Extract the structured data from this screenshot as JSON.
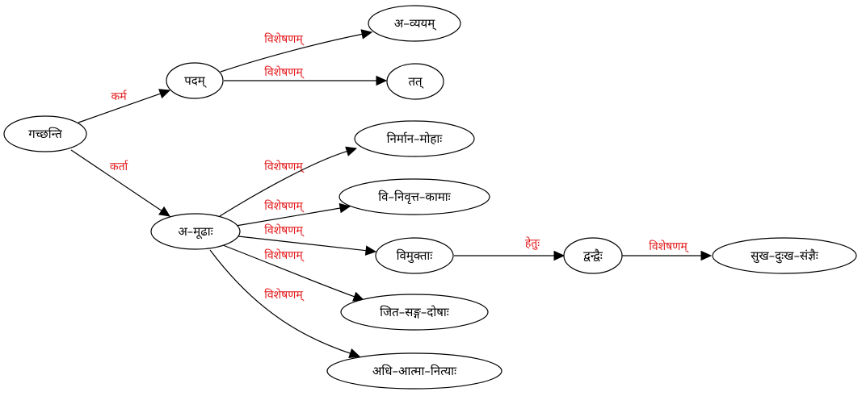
{
  "diagram": {
    "type": "dependency-graph",
    "label_color": "#e31a1c",
    "nodes": [
      {
        "id": "n1",
        "label": "गच्छन्ति"
      },
      {
        "id": "n2",
        "label": "पदम्"
      },
      {
        "id": "n3",
        "label": "अ–व्ययम्"
      },
      {
        "id": "n4",
        "label": "तत्"
      },
      {
        "id": "n5",
        "label": "अ–मूढाः"
      },
      {
        "id": "n6",
        "label": "निर्मान–मोहाः"
      },
      {
        "id": "n7",
        "label": "वि–निवृत्त–कामाः"
      },
      {
        "id": "n8",
        "label": "विमुक्ताः"
      },
      {
        "id": "n9",
        "label": "जित–सङ्ग–दोषाः"
      },
      {
        "id": "n10",
        "label": "अधि–आत्मा–नित्याः"
      },
      {
        "id": "n11",
        "label": "द्वन्द्वैः"
      },
      {
        "id": "n12",
        "label": "सुख–दुःख–संज्ञैः"
      }
    ],
    "edges": [
      {
        "id": "e1",
        "from": "n1",
        "to": "n2",
        "label": "कर्म"
      },
      {
        "id": "e2",
        "from": "n1",
        "to": "n5",
        "label": "कर्ता"
      },
      {
        "id": "e3",
        "from": "n2",
        "to": "n3",
        "label": "विशेषणम्"
      },
      {
        "id": "e4",
        "from": "n2",
        "to": "n4",
        "label": "विशेषणम्"
      },
      {
        "id": "e5",
        "from": "n5",
        "to": "n6",
        "label": "विशेषणम्"
      },
      {
        "id": "e6",
        "from": "n5",
        "to": "n7",
        "label": "विशेषणम्"
      },
      {
        "id": "e7",
        "from": "n5",
        "to": "n8",
        "label": "विशेषणम्"
      },
      {
        "id": "e8",
        "from": "n5",
        "to": "n9",
        "label": "विशेषणम्"
      },
      {
        "id": "e9",
        "from": "n5",
        "to": "n10",
        "label": "विशेषणम्"
      },
      {
        "id": "e10",
        "from": "n8",
        "to": "n11",
        "label": "हेतुः"
      },
      {
        "id": "e11",
        "from": "n11",
        "to": "n12",
        "label": "विशेषणम्"
      }
    ]
  }
}
